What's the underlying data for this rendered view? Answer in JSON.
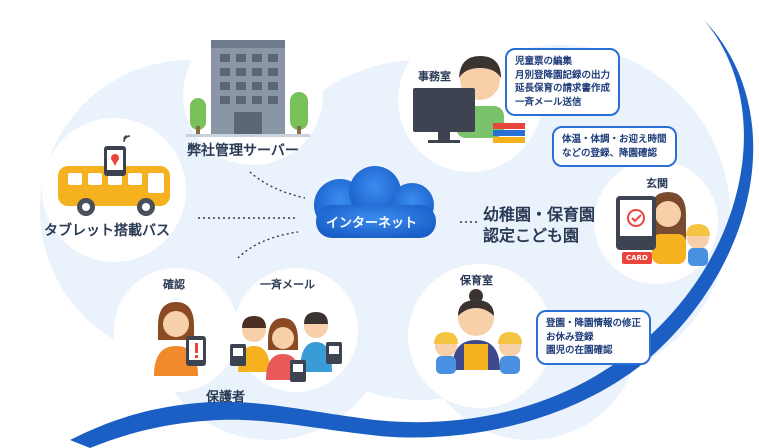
{
  "cloud_label": "インターネット",
  "nodes": {
    "server": "弊社管理サーバー",
    "bus": "タブレット搭載バス",
    "office": "事務室",
    "entrance": "玄関",
    "nursery_room": "保育室",
    "confirm": "確認",
    "broadcast_mail": "一斉メール",
    "parents": "保護者"
  },
  "facility_name": [
    "幼稚園・保育園",
    "認定こども園"
  ],
  "office_bubble": [
    "児童票の編集",
    "月別登降園記録の出力",
    "延長保育の請求書作成",
    "一斉メール送信"
  ],
  "entrance_bubble": [
    "体温・体調・お迎え時間",
    "などの登録、降園確認"
  ],
  "room_bubble": [
    "登園・降園情報の修正",
    "お休み登録",
    "園児の在園確認"
  ],
  "card_label": "CARD",
  "colors": {
    "accent": "#1f6fd1",
    "bg_circle": "#e6f0fb",
    "ring": "#1b5fc4"
  }
}
